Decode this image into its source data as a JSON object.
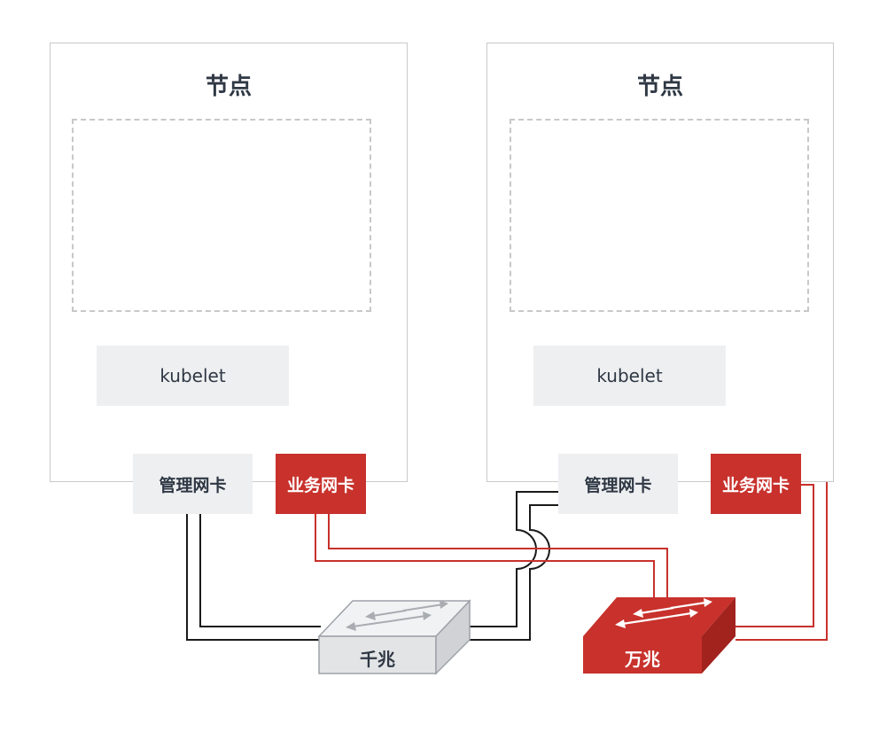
{
  "nodes": [
    {
      "title": "节点",
      "kubelet": "kubelet",
      "mgmt_nic": "管理网卡",
      "biz_nic": "业务网卡"
    },
    {
      "title": "节点",
      "kubelet": "kubelet",
      "mgmt_nic": "管理网卡",
      "biz_nic": "业务网卡"
    }
  ],
  "switches": {
    "gigabit": "千兆",
    "ten_gigabit": "万兆"
  },
  "colors": {
    "red": "#c8312c",
    "dark": "#2f3844",
    "light_gray": "#eeeff1",
    "switch_gray": "#e3e4e6"
  },
  "icons": [
    "pod-cube-icon",
    "switch-icon",
    "arrow-icon"
  ]
}
